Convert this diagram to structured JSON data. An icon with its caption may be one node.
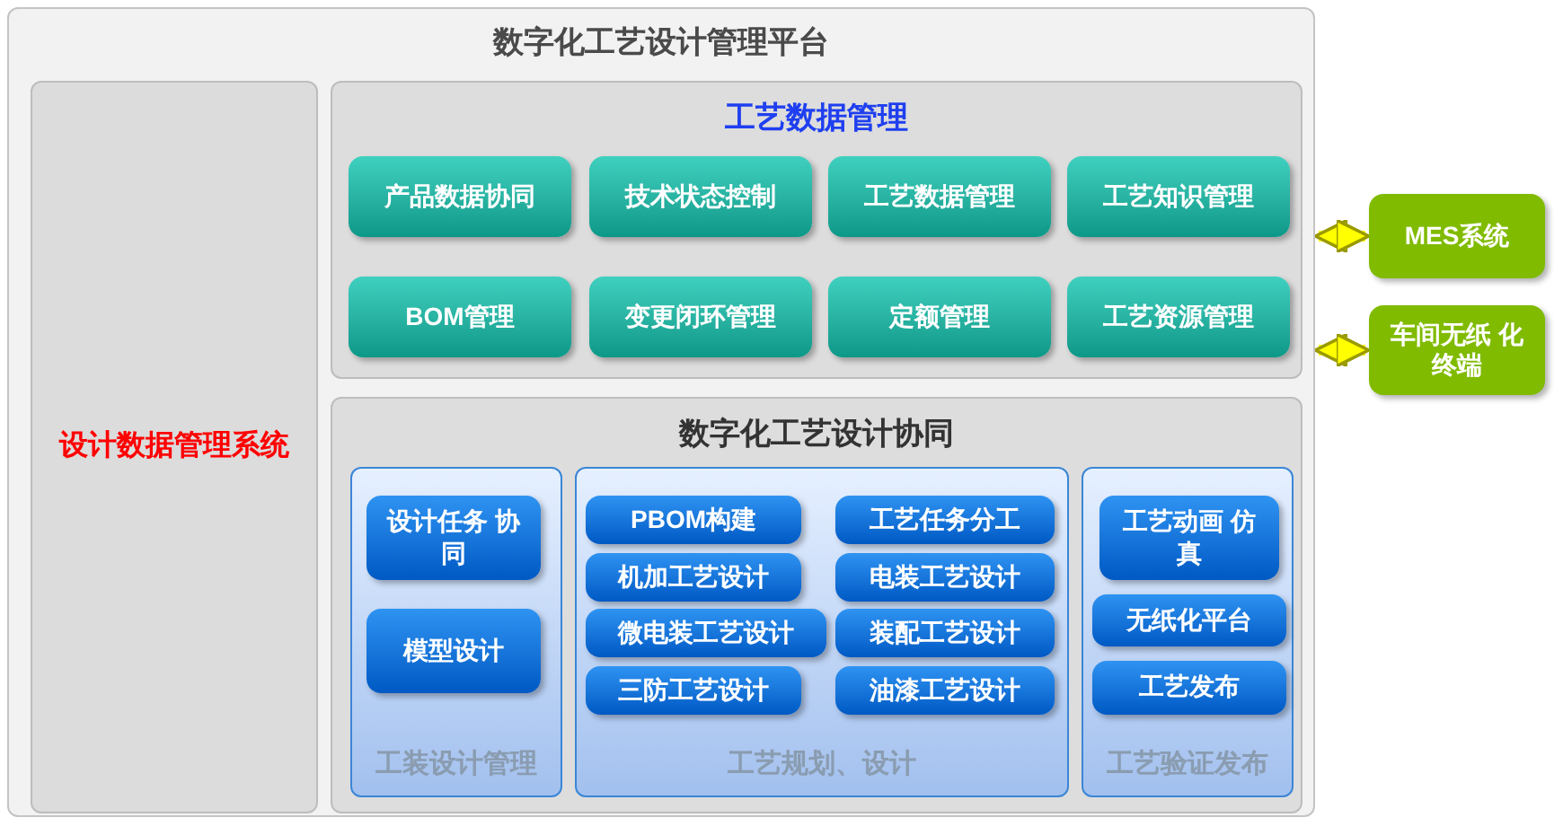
{
  "diagram": {
    "nodes": [
      {
        "text": [
          "数字化工艺设计管理平台"
        ]
      },
      {
        "text": [
          "设计数据管理系统"
        ],
        "in": 0
      },
      {
        "text": [
          "工艺数据管理"
        ],
        "in": 0
      },
      {
        "text": [
          "产品数据协同"
        ],
        "in": 2
      },
      {
        "text": [
          "技术状态控制"
        ],
        "in": 2
      },
      {
        "text": [
          "工艺数据管理"
        ],
        "in": 2
      },
      {
        "text": [
          "工艺知识管理"
        ],
        "in": 2
      },
      {
        "text": [
          "BOM管理"
        ],
        "in": 2
      },
      {
        "text": [
          "变更闭环管理"
        ],
        "in": 2
      },
      {
        "text": [
          "定额管理"
        ],
        "in": 2
      },
      {
        "text": [
          "工艺资源管理"
        ],
        "in": 2
      },
      {
        "text": [
          "数字化工艺设计协同"
        ],
        "in": 0
      },
      {
        "text": [
          "工装设计管理"
        ],
        "in": 11
      },
      {
        "text": [
          "设计任务 协同"
        ],
        "in": 12
      },
      {
        "text": [
          "模型设计"
        ],
        "in": 12
      },
      {
        "text": [
          "工艺规划、设计"
        ],
        "in": 11
      },
      {
        "text": [
          "PBOM构建"
        ],
        "in": 15
      },
      {
        "text": [
          "工艺任务分工"
        ],
        "in": 15
      },
      {
        "text": [
          "机加工艺设计"
        ],
        "in": 15
      },
      {
        "text": [
          "电装工艺设计"
        ],
        "in": 15
      },
      {
        "text": [
          "微电装工艺设计"
        ],
        "in": 15
      },
      {
        "text": [
          "装配工艺设计"
        ],
        "in": 15
      },
      {
        "text": [
          "三防工艺设计"
        ],
        "in": 15
      },
      {
        "text": [
          "油漆工艺设计"
        ],
        "in": 15
      },
      {
        "text": [
          "工艺验证发布"
        ],
        "in": 11
      },
      {
        "text": [
          "工艺动画 仿真"
        ],
        "in": 24
      },
      {
        "text": [
          "无纸化平台"
        ],
        "in": 24
      },
      {
        "text": [
          "工艺发布"
        ],
        "in": 24
      },
      {
        "text": [
          "MES系统"
        ]
      },
      {
        "text": [
          "车间无纸 化终端"
        ]
      }
    ],
    "edges": [
      {
        "from": 0,
        "to": 28,
        "arrow": "both"
      },
      {
        "from": 0,
        "to": 29,
        "arrow": "both"
      }
    ]
  }
}
